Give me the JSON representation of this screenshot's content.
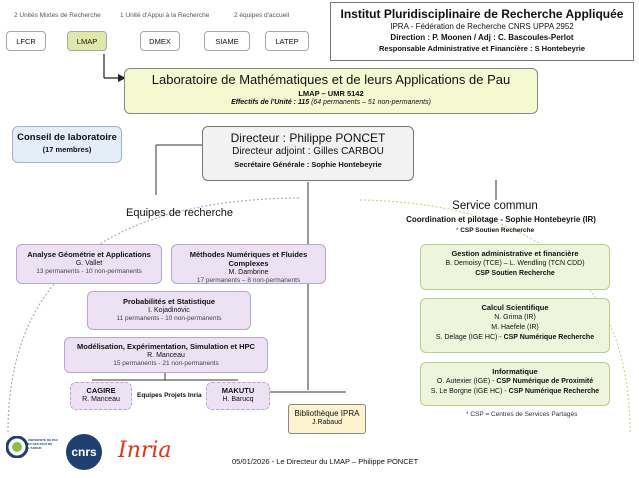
{
  "top_captions": {
    "umr": "2 Unités Mixtes de Recherche",
    "uar": "1 Unité d'Appui à la Recherche",
    "teams": "2 équipes d'accueil"
  },
  "units": [
    "LFCR",
    "LMAP",
    "DMEX",
    "SIAME",
    "LATEP"
  ],
  "institute": {
    "title": "Institut Pluridisciplinaire de Recherche Appliquée",
    "subtitle": "IPRA - Fédération de Recherche CNRS UPPA 2952",
    "direction": "Direction : P. Moonen / Adj : C. Bascoules-Perlot",
    "admin": "Responsable Administrative et Financière : S Hontebeyrie"
  },
  "lab": {
    "title": "Laboratoire de Mathématiques et de leurs Applications de Pau",
    "code": "LMAP – UMR 5142",
    "effectifs_label": "Effectifs de l'Unité : 115",
    "effectifs_detail": " (64 permanents – 51 non-permanents)"
  },
  "council": {
    "title": "Conseil de laboratoire",
    "members": "(17 membres)"
  },
  "direction": {
    "director": "Directeur : Philippe PONCET",
    "deputy": "Directeur adjoint : Gilles CARBOU",
    "secretary": "Secrétaire Générale : Sophie Hontebeyrie"
  },
  "research": {
    "heading": "Equipes de recherche",
    "teams": [
      {
        "name": "Analyse Géométrie et Applications",
        "leader": "G. Vallet",
        "staff": "13 permanents - 10 non-permanents"
      },
      {
        "name": "Méthodes Numériques et Fluides Complexes",
        "leader": "M. Dambrine",
        "staff": "17 permanents – 8 non-permanents"
      },
      {
        "name": "Probabilités et Statistique",
        "leader": "I. Kojadinovic",
        "staff": "11 permanents - 10 non-permanents"
      },
      {
        "name": "Modélisation, Expérimentation, Simulation et HPC",
        "leader": "R. Manceau",
        "staff": "15 permanents - 21 non-permanents"
      }
    ],
    "inria_label": "Equipes Projets Inria",
    "inria": [
      {
        "name": "CAGIRE",
        "leader": "R. Manceau"
      },
      {
        "name": "MAKUTU",
        "leader": "H. Barucq"
      }
    ]
  },
  "library": {
    "title": "Bibliothèque IPRA",
    "person": "J.Rabaud"
  },
  "services": {
    "heading": "Service commun",
    "coordination": "Coordination et pilotage - Sophie Hontebeyrie (IR)",
    "csp_star": "*",
    "csp_support": "CSP Soutien Recherche",
    "boxes": [
      {
        "title": "Gestion administrative et financière",
        "lines": [
          "B. Demoisy (TCE) – L. Wendling (TCN CDD)"
        ],
        "csp": "CSP Soutien Recherche"
      },
      {
        "title": "Calcul Scientifique",
        "lines": [
          "N. Grima (IR)",
          "M. Haefele (IR)",
          "S. Delage (IGE HC) - "
        ],
        "csp": "CSP Numérique Recherche"
      },
      {
        "title": "Informatique",
        "lines": [
          "O. Autexier (IGE) - ",
          "S. Le Borgne (IGE HC) - "
        ],
        "csp_lines": [
          "CSP Numérique de Proximité",
          "CSP Numérique Recherche"
        ]
      }
    ],
    "footnote": "* CSP = Centres de Services Partagés"
  },
  "footer": "05/01/2026 - Le Directeur du LMAP – Philippe PONCET",
  "logos": {
    "uppa": "UNIVERSITÉ DE PAU ET DES PAYS DE L'ADOUR",
    "cnrs": "cnrs",
    "inria": "Inria"
  },
  "colors": {
    "lab_fill": "#f4f9d0",
    "council_fill": "#e3eef9",
    "team_fill": "#ece2f4",
    "service_fill": "#eef5dc",
    "library_fill": "#fdf3cf",
    "inria_red": "#e63312",
    "cnrs_blue": "#1f3f73"
  }
}
